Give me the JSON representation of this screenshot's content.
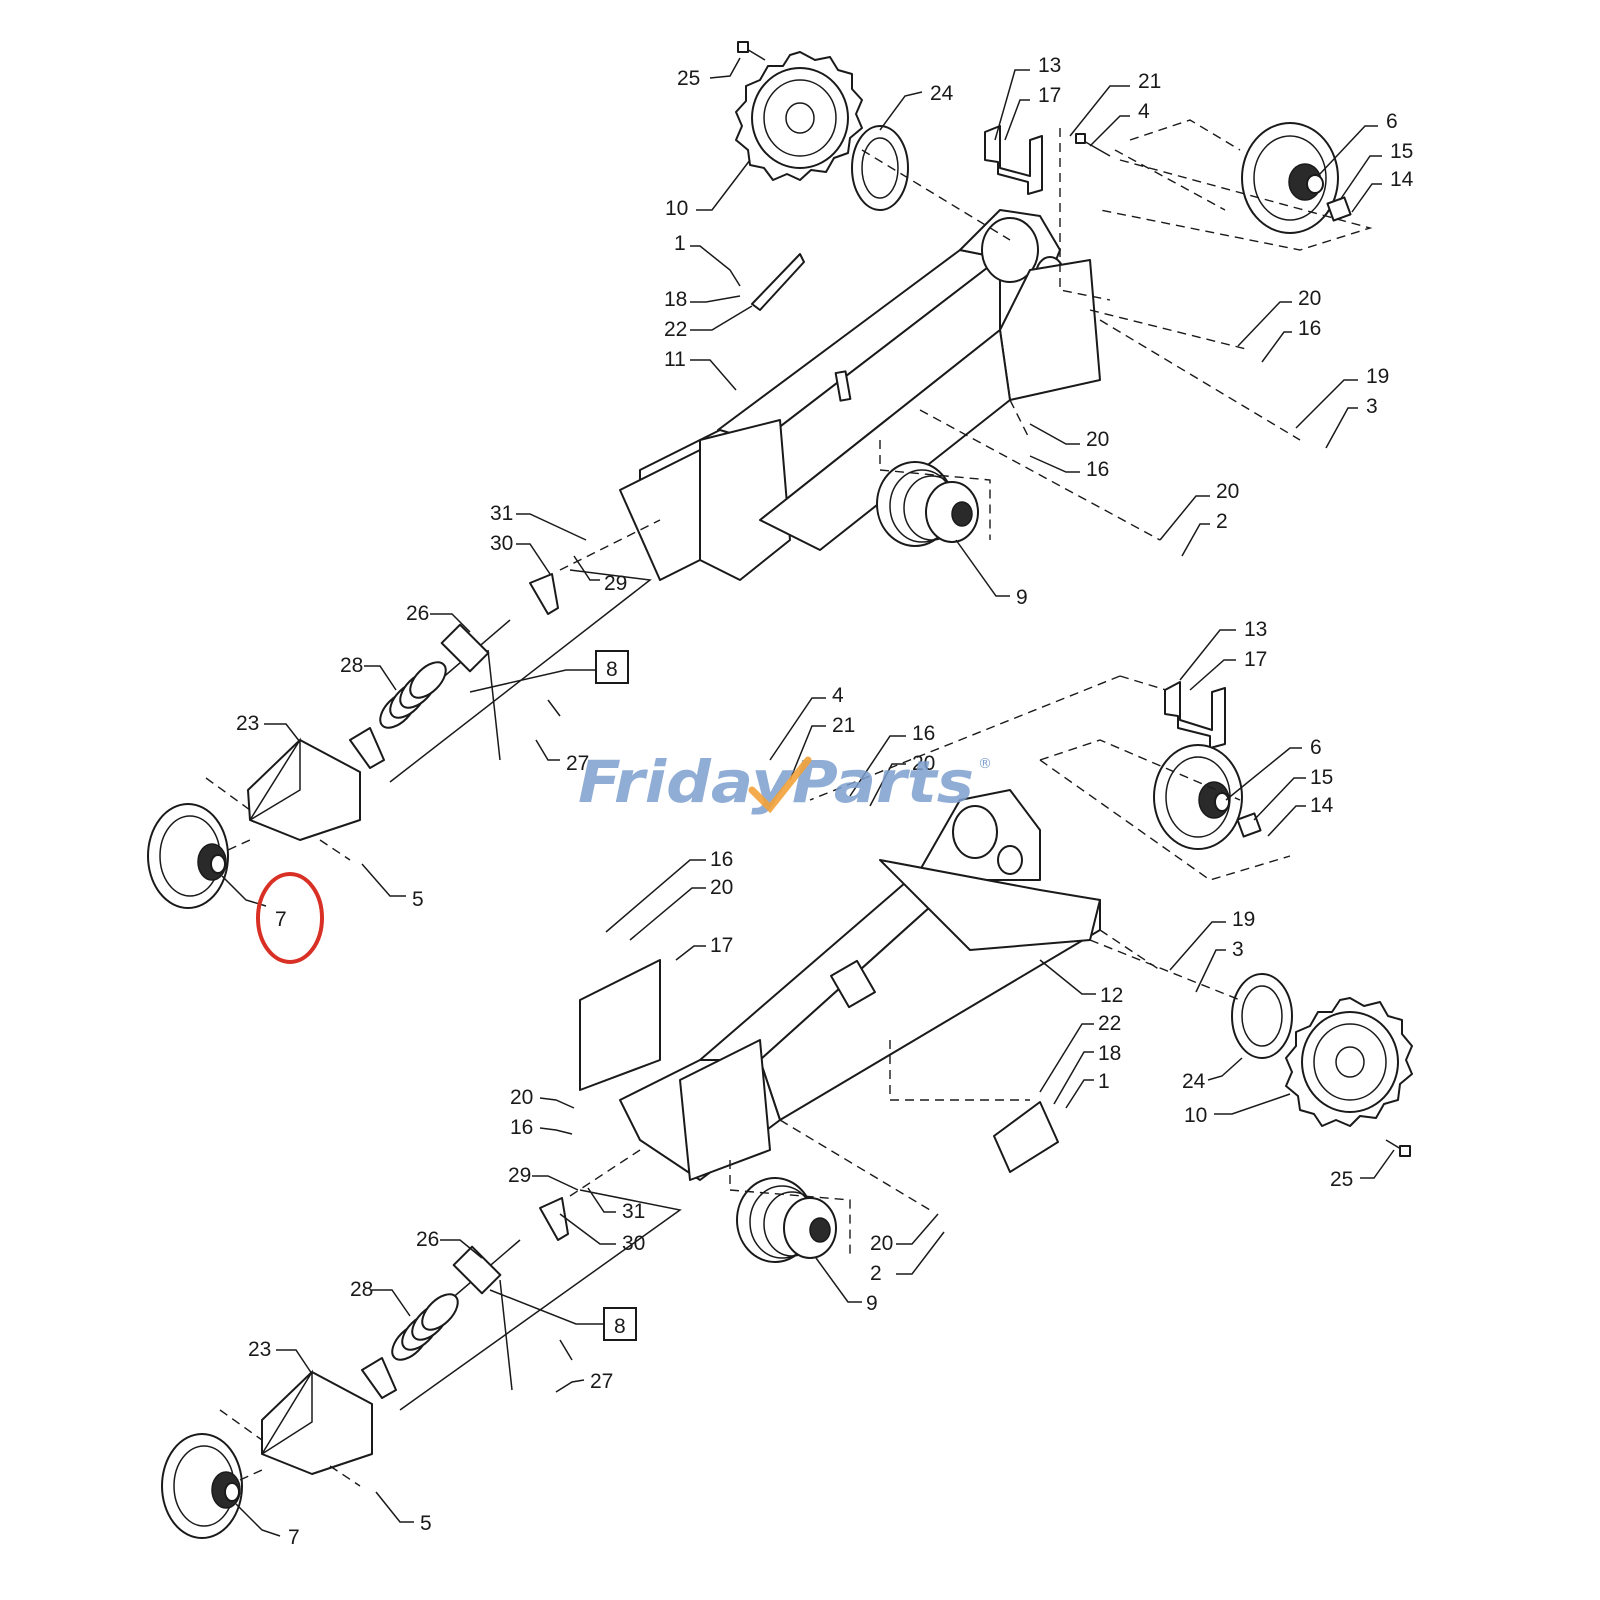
{
  "watermark": {
    "brand": "FridayParts",
    "registered": "®",
    "brand_color": "#7d9fd0",
    "mark_color": "#f2a23a"
  },
  "highlight": {
    "part_number": "7",
    "color": "#d93025"
  },
  "callouts": {
    "upper": {
      "c25": "25",
      "c24": "24",
      "c13": "13",
      "c17": "17",
      "c21": "21",
      "c4": "4",
      "c6": "6",
      "c15": "15",
      "c14": "14",
      "c10": "10",
      "c1": "1",
      "c18": "18",
      "c22": "22",
      "c11": "11",
      "c20a": "20",
      "c16a": "16",
      "c19": "19",
      "c3": "3",
      "c20b": "20",
      "c16b": "16",
      "c20c": "20",
      "c2": "2",
      "c9": "9",
      "c31": "31",
      "c30": "30",
      "c29": "29",
      "c26": "26",
      "c8": "8",
      "c28": "28",
      "c23": "23",
      "c27": "27",
      "c5": "5",
      "c7": "7"
    },
    "lower": {
      "c13": "13",
      "c17a": "17",
      "c4": "4",
      "c21": "21",
      "c16a": "16",
      "c20a": "20",
      "c6": "6",
      "c15": "15",
      "c14": "14",
      "c16b": "16",
      "c20b": "20",
      "c17b": "17",
      "c19": "19",
      "c3": "3",
      "c12": "12",
      "c22": "22",
      "c18": "18",
      "c1": "1",
      "c24": "24",
      "c10": "10",
      "c25": "25",
      "c20c": "20",
      "c16c": "16",
      "c29": "29",
      "c31": "31",
      "c30": "30",
      "c26": "26",
      "c20d": "20",
      "c2": "2",
      "c9": "9",
      "c28": "28",
      "c8": "8",
      "c23": "23",
      "c27": "27",
      "c5": "5",
      "c7": "7"
    }
  }
}
